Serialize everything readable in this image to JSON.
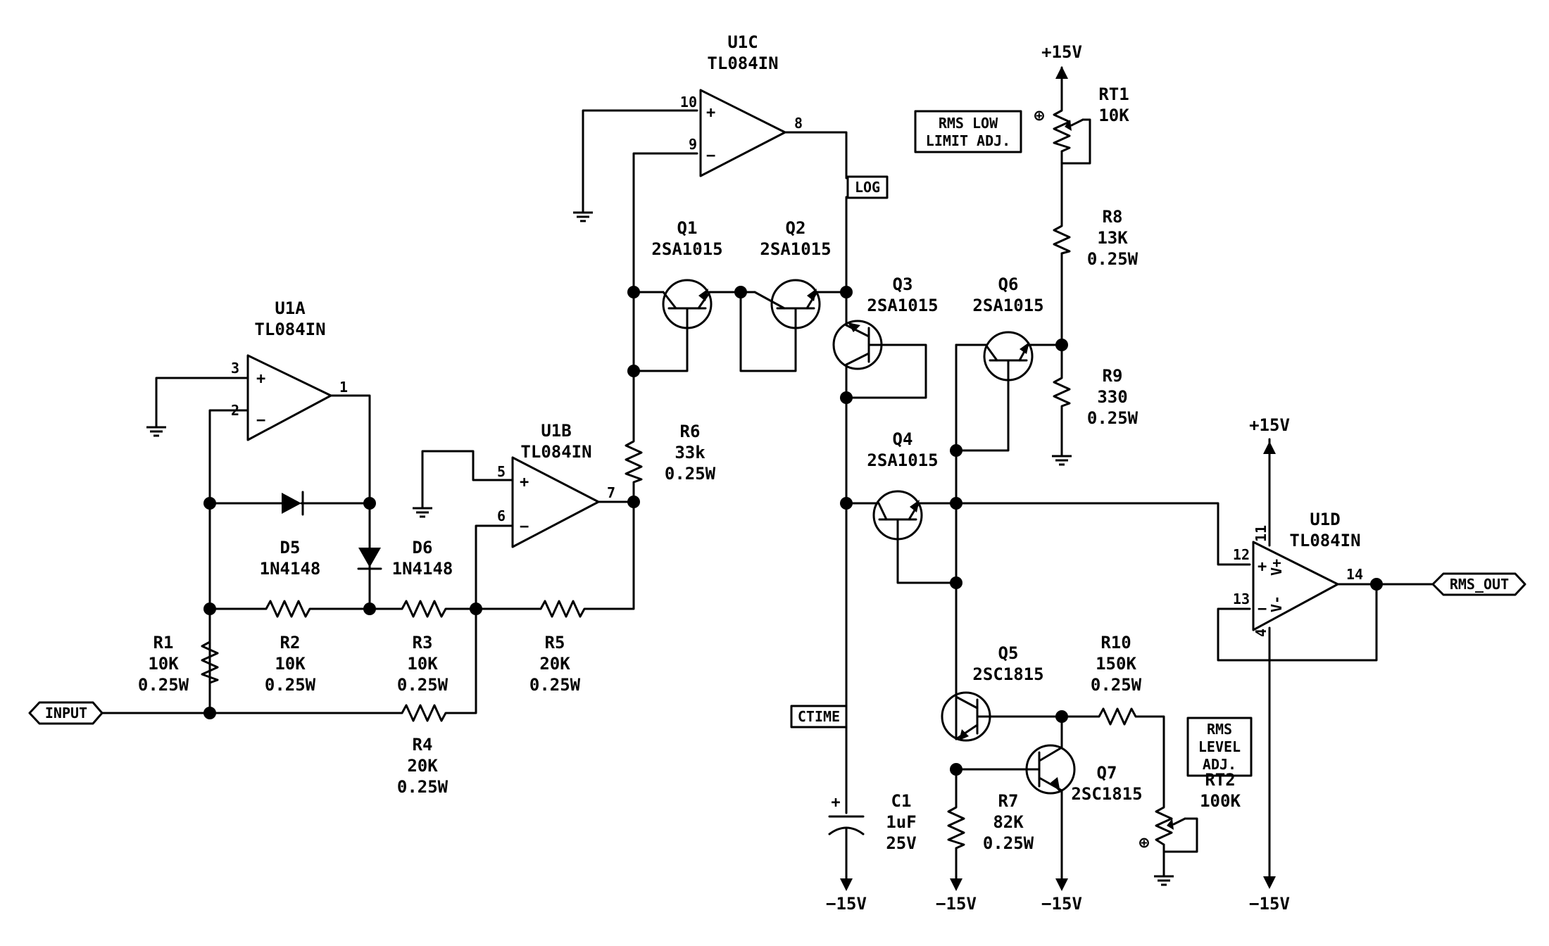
{
  "components": {
    "u1a": {
      "ref": "U1A",
      "part": "TL084IN",
      "pins": [
        "3",
        "2",
        "1"
      ]
    },
    "u1b": {
      "ref": "U1B",
      "part": "TL084IN",
      "pins": [
        "5",
        "6",
        "7"
      ]
    },
    "u1c": {
      "ref": "U1C",
      "part": "TL084IN",
      "pins": [
        "10",
        "9",
        "8"
      ]
    },
    "u1d": {
      "ref": "U1D",
      "part": "TL084IN",
      "pins": [
        "12",
        "13",
        "14",
        "11",
        "4"
      ],
      "supply_pos": "V+",
      "supply_neg": "V-"
    },
    "q1": {
      "ref": "Q1",
      "part": "2SA1015"
    },
    "q2": {
      "ref": "Q2",
      "part": "2SA1015"
    },
    "q3": {
      "ref": "Q3",
      "part": "2SA1015"
    },
    "q4": {
      "ref": "Q4",
      "part": "2SA1015"
    },
    "q5": {
      "ref": "Q5",
      "part": "2SC1815"
    },
    "q6": {
      "ref": "Q6",
      "part": "2SA1015"
    },
    "q7": {
      "ref": "Q7",
      "part": "2SC1815"
    },
    "d5": {
      "ref": "D5",
      "part": "1N4148"
    },
    "d6": {
      "ref": "D6",
      "part": "1N4148"
    },
    "r1": {
      "ref": "R1",
      "value": "10K",
      "power": "0.25W"
    },
    "r2": {
      "ref": "R2",
      "value": "10K",
      "power": "0.25W"
    },
    "r3": {
      "ref": "R3",
      "value": "10K",
      "power": "0.25W"
    },
    "r4": {
      "ref": "R4",
      "value": "20K",
      "power": "0.25W"
    },
    "r5": {
      "ref": "R5",
      "value": "20K",
      "power": "0.25W"
    },
    "r6": {
      "ref": "R6",
      "value": "33k",
      "power": "0.25W"
    },
    "r7": {
      "ref": "R7",
      "value": "82K",
      "power": "0.25W"
    },
    "r8": {
      "ref": "R8",
      "value": "13K",
      "power": "0.25W"
    },
    "r9": {
      "ref": "R9",
      "value": "330",
      "power": "0.25W"
    },
    "r10": {
      "ref": "R10",
      "value": "150K",
      "power": "0.25W"
    },
    "rt1": {
      "ref": "RT1",
      "value": "10K"
    },
    "rt2": {
      "ref": "RT2",
      "value": "100K"
    },
    "c1": {
      "ref": "C1",
      "value": "1uF",
      "voltage": "25V"
    }
  },
  "nets": {
    "input": "INPUT",
    "rms_out": "RMS_OUT",
    "log": "LOG",
    "ctime": "CTIME",
    "vpos": "+15V",
    "vneg": "−15V"
  },
  "notes": {
    "rms_low": [
      "RMS LOW",
      "LIMIT ADJ."
    ],
    "rms_level": [
      "RMS",
      "LEVEL",
      "ADJ."
    ]
  },
  "symbols": {
    "plus": "+",
    "minus": "−",
    "pot_mark": "⊕"
  }
}
